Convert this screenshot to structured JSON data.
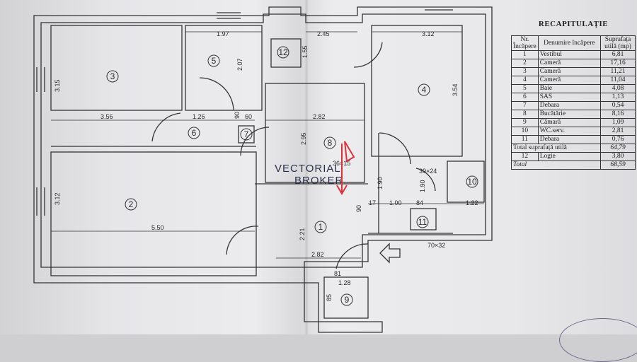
{
  "rooms": [
    {
      "id": "1"
    },
    {
      "id": "2"
    },
    {
      "id": "3"
    },
    {
      "id": "4"
    },
    {
      "id": "5"
    },
    {
      "id": "6"
    },
    {
      "id": "7"
    },
    {
      "id": "8"
    },
    {
      "id": "9"
    },
    {
      "id": "10"
    },
    {
      "id": "11"
    },
    {
      "id": "12"
    }
  ],
  "dimensions": {
    "d_197": "1.97",
    "d_245": "2.45",
    "d_312_top": "3.12",
    "d_315": "3.15",
    "d_207": "2.07",
    "d_155": "1.55",
    "d_354": "3.54",
    "d_356": "3.56",
    "d_126": "1.26",
    "d_90": "90",
    "d_60": "60",
    "d_282_mid": "2.82",
    "d_295": "2.95",
    "d_312_left": "3.12",
    "d_550": "5.50",
    "d_221": "2.21",
    "d_282_bot": "2.82",
    "d_190a": "1.90",
    "d_190b": "1.90",
    "d_17": "17",
    "d_100": "1.00",
    "d_84": "84",
    "d_90b": "90",
    "d_122": "1.22",
    "d_39x24": "39×24",
    "d_70x32": "70×32",
    "d_128": "1.28",
    "d_85": "85",
    "d_36x15": "36×15",
    "d_81": "81"
  },
  "watermark": {
    "line1": "VECTORIAL",
    "line2": "BROKER"
  },
  "recap": {
    "title": "RECAPITULAȚIE",
    "headers": {
      "nr": "Nr. Încăpere",
      "name": "Denumire încăpere",
      "area": "Suprafața utilă (mp)"
    },
    "rows": [
      {
        "nr": "1",
        "name": "Vestibul",
        "area": "6,81"
      },
      {
        "nr": "2",
        "name": "Cameră",
        "area": "17,16"
      },
      {
        "nr": "3",
        "name": "Cameră",
        "area": "11,21"
      },
      {
        "nr": "4",
        "name": "Cameră",
        "area": "11,04"
      },
      {
        "nr": "5",
        "name": "Baie",
        "area": "4,08"
      },
      {
        "nr": "6",
        "name": "SAS",
        "area": "1,13"
      },
      {
        "nr": "7",
        "name": "Debara",
        "area": "0,54"
      },
      {
        "nr": "8",
        "name": "Bucătărie",
        "area": "8,16"
      },
      {
        "nr": "9",
        "name": "Cămară",
        "area": "1,09"
      },
      {
        "nr": "10",
        "name": "WC.serv.",
        "area": "2,81"
      },
      {
        "nr": "11",
        "name": "Debara",
        "area": "0,76"
      }
    ],
    "total_util_label": "Total suprafață utilă",
    "total_util_value": "64,79",
    "logie": {
      "nr": "12",
      "name": "Logie",
      "area": "3,80"
    },
    "total_label": "Total",
    "total_value": "68,59"
  },
  "colors": {
    "ink": "#2c2c2c",
    "watermark": "#2b2f4a",
    "marker": "#e0303a"
  }
}
